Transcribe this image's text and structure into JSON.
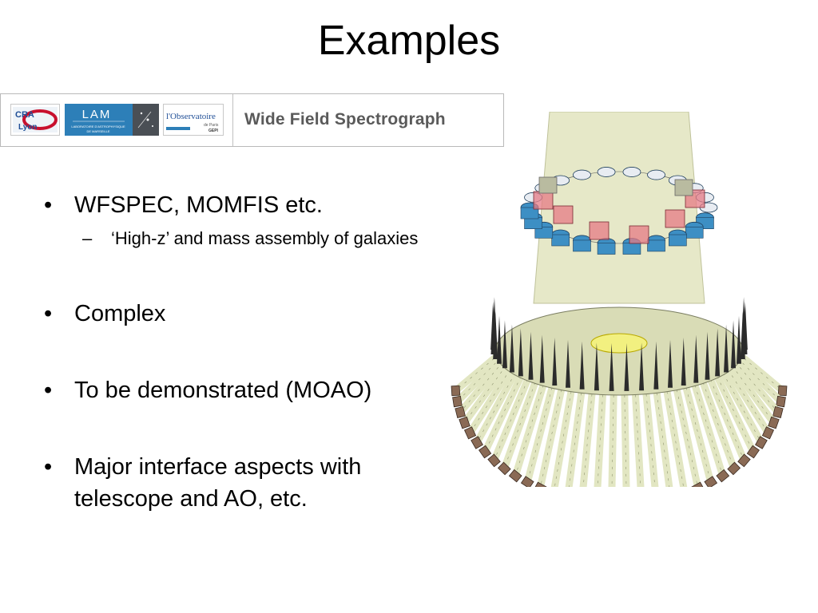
{
  "slide": {
    "title": "Examples"
  },
  "banner": {
    "logos": {
      "cral": {
        "text": "CRAL Lyon",
        "icon": "cral-logo"
      },
      "lam": {
        "text": "LAM",
        "subtext": "LABORATOIRE D'ASTROPHYSIQUE DE MARSEILLE",
        "icon": "lam-logo"
      },
      "obs": {
        "text": "l'Observatoire",
        "subtext": "GEPI",
        "icon": "observatoire-logo"
      }
    },
    "title": "Wide Field Spectrograph"
  },
  "bullets": [
    {
      "text": "WFSPEC, MOMFIS etc.",
      "sub": [
        "‘High-z’ and mass assembly of galaxies"
      ]
    },
    {
      "text": "Complex"
    },
    {
      "text": "To be demonstrated (MOAO)"
    },
    {
      "text": "Major interface aspects with telescope and AO, etc."
    }
  ],
  "symbols": {
    "bullet": "•",
    "dash": "–"
  },
  "colors": {
    "lam_blue": "#2d7fb8",
    "cral_red": "#c8102e",
    "barrel": "#e6e8c8",
    "blue_cylinder": "#3d8fc4",
    "pink_cube": "#e57b86"
  }
}
